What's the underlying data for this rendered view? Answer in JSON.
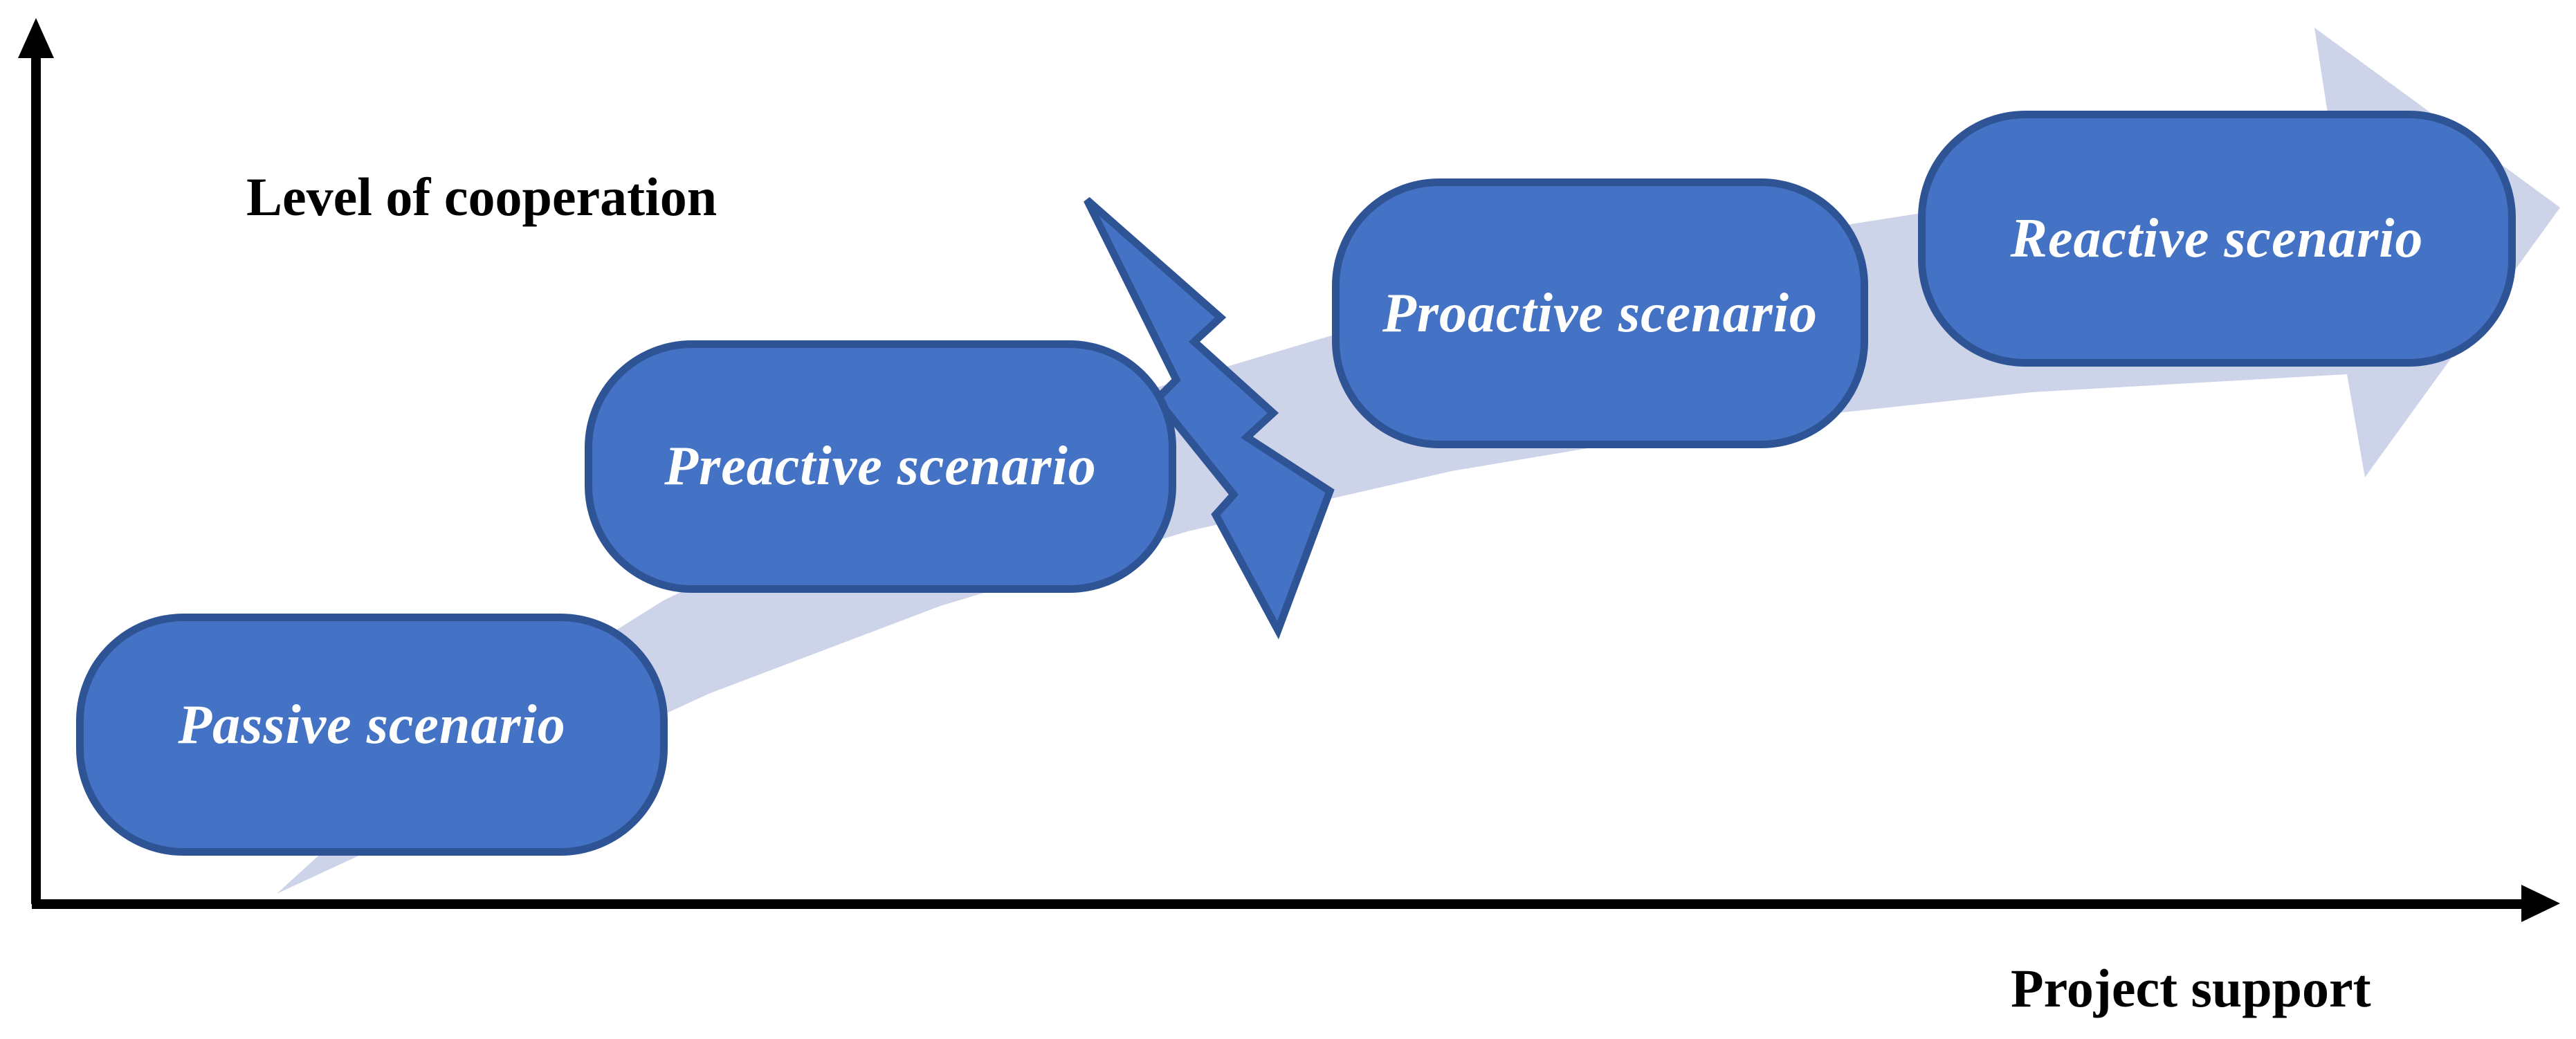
{
  "diagram": {
    "y_axis_label": "Level of cooperation",
    "x_axis_label": "Project support",
    "scenarios": [
      {
        "label": "Passive scenario"
      },
      {
        "label": "Preactive scenario"
      },
      {
        "label": "Proactive scenario"
      },
      {
        "label": "Reactive scenario"
      }
    ],
    "colors": {
      "box_fill": "#4472C4",
      "box_border": "#2F5496",
      "arrow_band": "#CDD3E8",
      "bolt_fill": "#4472C4",
      "bolt_border": "#2F5496",
      "axis": "#000000",
      "box_text": "#FFFFFF",
      "axis_text": "#000000"
    }
  }
}
